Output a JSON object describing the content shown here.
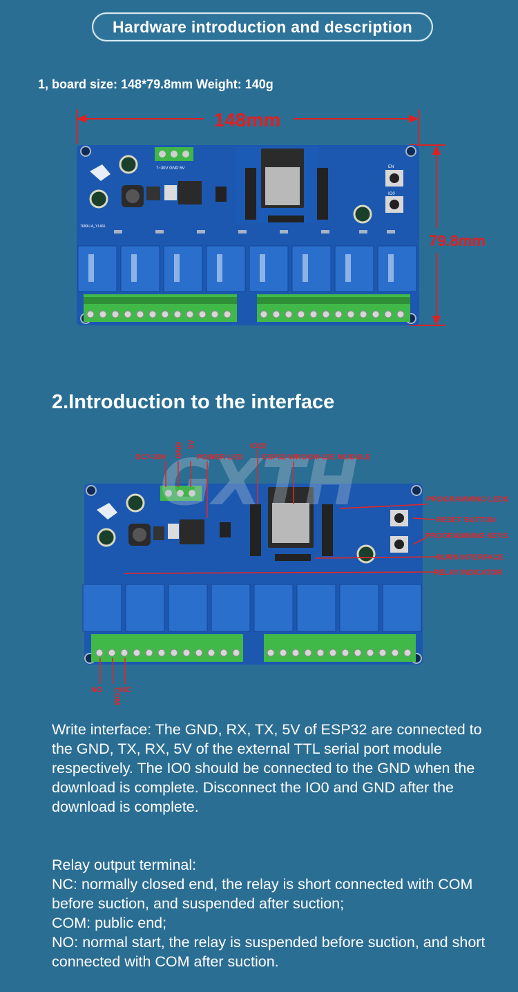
{
  "header": {
    "title": "Hardware introduction and description"
  },
  "section1": {
    "size_line": "1, board size: 148*79.8mm Weight: 140g",
    "width_label": "148mm",
    "height_label": "79.8mm",
    "board_silk": {
      "input": "7~30V GND  5V",
      "model": "7689U A_Y1466",
      "en": "EN",
      "io0": "IO0"
    }
  },
  "section2": {
    "heading": "2.Introduction to the interface",
    "watermark": "GXTH",
    "labels": {
      "dc": "DC7-30V",
      "gnd": "GND",
      "v5": "5V",
      "led": "POWER LED",
      "gpio": "IO22",
      "module": "ESP32-WROOM-32E MODULE",
      "prog_leds": "PROGRAMMING LEDS",
      "reset": "RESET BUTTON",
      "prog_keys": "PROGRAMMING KEYS",
      "burn": "BURN INTERFACE",
      "relay_ind": "RELAY INDICATOR",
      "no": "NO",
      "com": "COM",
      "nc": "NC"
    }
  },
  "text": {
    "write_interface": "Write interface: The GND, RX, TX, 5V of ESP32 are connected to the GND, TX, RX, 5V of the external TTL serial port module respectively. The IO0 should be connected to the GND when the download is complete. Disconnect the IO0 and GND after the download is complete.",
    "relay_title": "Relay output terminal:",
    "relay_nc": "NC: normally closed end, the relay is short connected with COM before suction, and suspended after suction;",
    "relay_com": "COM: public end;",
    "relay_no": "NO: normal start, the relay is suspended before suction, and short connected with COM after suction."
  },
  "colors": {
    "background": "#2b6e94",
    "pcb": "#1c58b0",
    "relay": "#2a6fcc",
    "terminal": "#41b949",
    "annotation": "#e32626"
  }
}
